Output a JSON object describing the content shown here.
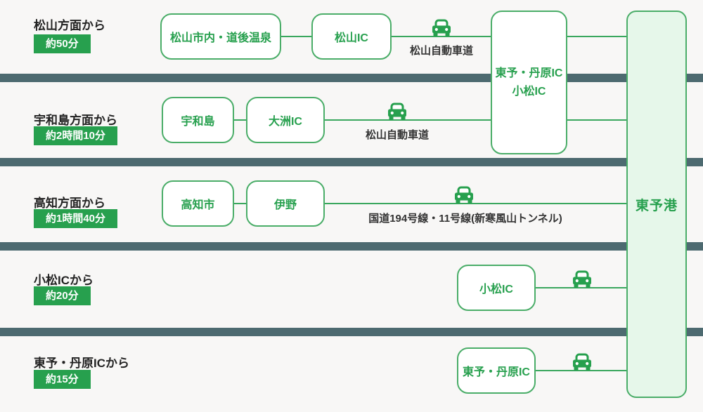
{
  "colors": {
    "green": "#27a04e",
    "border_green": "#4aad68",
    "line_green": "#3aa75e",
    "light_green": "#e6f7ea",
    "bar": "#4d6a70",
    "bg": "#f8f7f6",
    "ink": "#222222"
  },
  "port": {
    "label": "東予港"
  },
  "junction": {
    "line1": "東予・丹原IC",
    "line2": "小松IC"
  },
  "icons": {
    "car": "car-icon"
  },
  "rows": [
    {
      "origin": "松山方面から",
      "duration": "約50分",
      "stops": [
        "松山市内・道後温泉",
        "松山IC"
      ],
      "route": "松山自動車道"
    },
    {
      "origin": "宇和島方面から",
      "duration": "約2時間10分",
      "stops": [
        "宇和島",
        "大洲IC"
      ],
      "route": "松山自動車道"
    },
    {
      "origin": "高知方面から",
      "duration": "約1時間40分",
      "stops": [
        "高知市",
        "伊野"
      ],
      "route": "国道194号線・11号線(新寒風山トンネル)"
    },
    {
      "origin": "小松ICから",
      "duration": "約20分",
      "stops": [
        "小松IC"
      ],
      "route": ""
    },
    {
      "origin": "東予・丹原ICから",
      "duration": "約15分",
      "stops": [
        "東予・丹原IC"
      ],
      "route": ""
    }
  ]
}
